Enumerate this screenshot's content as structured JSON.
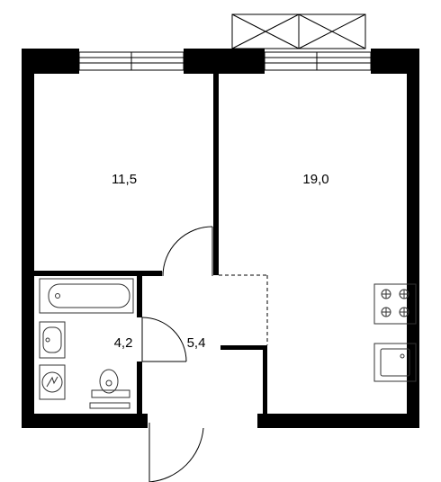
{
  "floor_plan": {
    "rooms": [
      {
        "id": "bedroom",
        "area": "11,5"
      },
      {
        "id": "kitchen-living",
        "area": "19,0"
      },
      {
        "id": "bathroom",
        "area": "4,2"
      },
      {
        "id": "hallway",
        "area": "5,4"
      }
    ],
    "icons": {
      "bathtub": "bathtub-icon",
      "sink": "sink-icon",
      "washer": "washing-machine-icon",
      "toilet": "toilet-icon",
      "stove": "stove-icon",
      "kitchen_sink": "kitchen-sink-icon",
      "balcony": "balcony-icon"
    },
    "colors": {
      "wall": "#000000",
      "fixture": "#333333",
      "background": "#ffffff"
    }
  }
}
